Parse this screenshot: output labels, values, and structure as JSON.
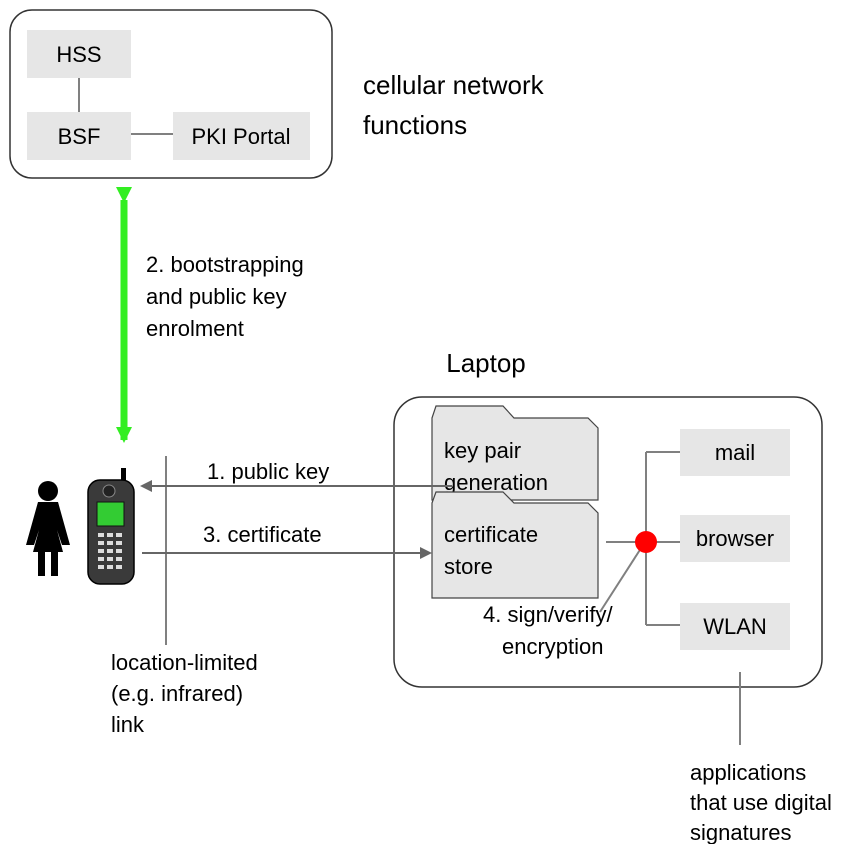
{
  "network": {
    "hss": "HSS",
    "bsf": "BSF",
    "pki_portal": "PKI Portal",
    "title_line1": "cellular network",
    "title_line2": "functions"
  },
  "bootstrap": {
    "line1": "2. bootstrapping",
    "line2": "and public key",
    "line3": "enrolment"
  },
  "laptop": {
    "title": "Laptop",
    "key_pair_line1": "key pair",
    "key_pair_line2": "generation",
    "cert_store_line1": "certificate",
    "cert_store_line2": "store",
    "apps": [
      "mail",
      "browser",
      "WLAN"
    ],
    "sign_line1": "4. sign/verify/",
    "sign_line2": "encryption"
  },
  "link": {
    "public_key": "1. public key",
    "certificate": "3. certificate",
    "caption_line1": "location-limited",
    "caption_line2": "(e.g. infrared)",
    "caption_line3": "link"
  },
  "apps_caption": {
    "line1": "applications",
    "line2": "that use digital",
    "line3": "signatures"
  },
  "colors": {
    "bootstrap_arrow": "#33ee22",
    "junction": "#ff0000",
    "box_fill": "#e6e6e6"
  }
}
